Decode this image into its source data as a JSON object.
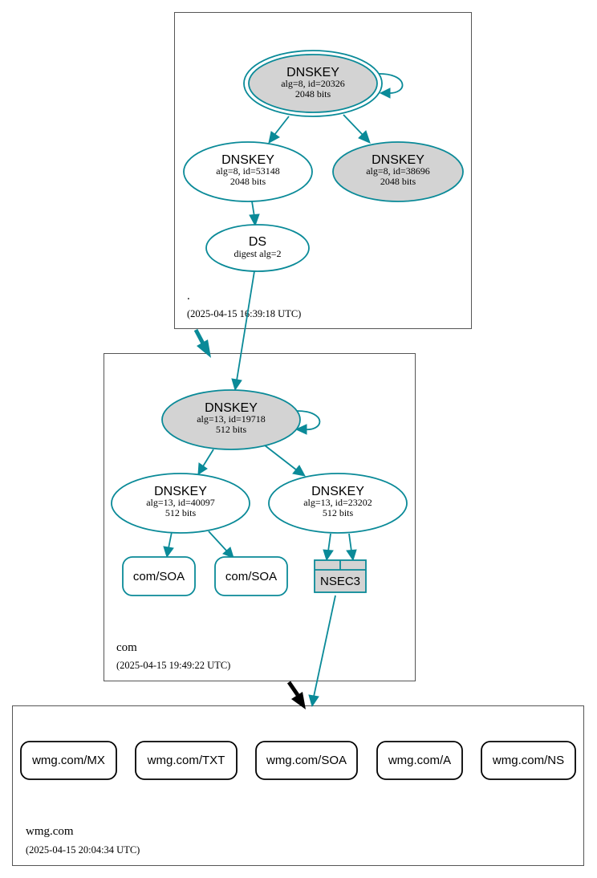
{
  "zones": {
    "root": {
      "name": ".",
      "timestamp": "(2025-04-15 16:39:18 UTC)"
    },
    "com": {
      "name": "com",
      "timestamp": "(2025-04-15 19:49:22 UTC)"
    },
    "wmg": {
      "name": "wmg.com",
      "timestamp": "(2025-04-15 20:04:34 UTC)"
    }
  },
  "nodes": {
    "root_ksk": {
      "type": "DNSKEY",
      "line1": "alg=8, id=20326",
      "line2": "2048 bits"
    },
    "root_zsk1": {
      "type": "DNSKEY",
      "line1": "alg=8, id=53148",
      "line2": "2048 bits"
    },
    "root_zsk2": {
      "type": "DNSKEY",
      "line1": "alg=8, id=38696",
      "line2": "2048 bits"
    },
    "com_ds": {
      "type": "DS",
      "line1": "digest alg=2"
    },
    "com_ksk": {
      "type": "DNSKEY",
      "line1": "alg=13, id=19718",
      "line2": "512 bits"
    },
    "com_zsk1": {
      "type": "DNSKEY",
      "line1": "alg=13, id=40097",
      "line2": "512 bits"
    },
    "com_zsk2": {
      "type": "DNSKEY",
      "line1": "alg=13, id=23202",
      "line2": "512 bits"
    },
    "com_soa1": {
      "label": "com/SOA"
    },
    "com_soa2": {
      "label": "com/SOA"
    },
    "nsec3": {
      "label": "NSEC3"
    }
  },
  "records": [
    "wmg.com/MX",
    "wmg.com/TXT",
    "wmg.com/SOA",
    "wmg.com/A",
    "wmg.com/NS"
  ],
  "colors": {
    "secure": "#0a8a98",
    "insecure": "#000000",
    "sep_fill": "#d3d3d3"
  }
}
